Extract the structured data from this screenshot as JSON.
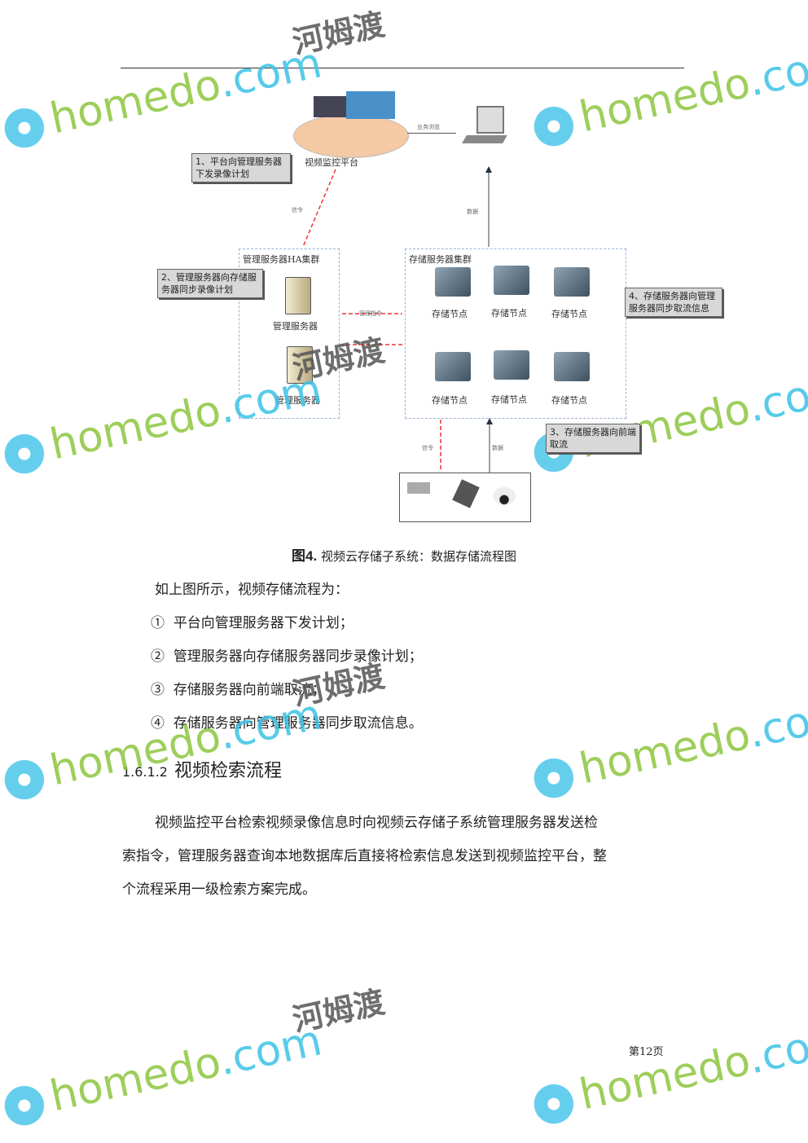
{
  "figure": {
    "platform_label": "视频监控平台",
    "browse_label": "业务浏览",
    "signal_label": "信令",
    "data_label": "数据",
    "mgmt_cluster_title": "管理服务器HA集群",
    "mgmt_server_label": "管理服务器",
    "storage_cluster_title": "存储服务器集群",
    "storage_node_label": "存储节点",
    "mgmt_cmd_label": "管理指令",
    "notes": [
      "1、平台向管理服务器下发录像计划",
      "2、管理服务器向存储服务器同步录像计划",
      "3、存储服务器向前端取流",
      "4、存储服务器向管理服务器同步取流信息"
    ],
    "caption_num": "图4.",
    "caption_text": "视频云存储子系统：数据存储流程图"
  },
  "body": {
    "intro": "如上图所示，视频存储流程为：",
    "steps": [
      {
        "n": "①",
        "t": "平台向管理服务器下发计划；"
      },
      {
        "n": "②",
        "t": "管理服务器向存储服务器同步录像计划；"
      },
      {
        "n": "③",
        "t": "存储服务器向前端取流；"
      },
      {
        "n": "④",
        "t": "存储服务器向管理服务器同步取流信息。"
      }
    ],
    "heading_num": "1.6.1.2",
    "heading_text": "视频检索流程",
    "para": [
      "视频监控平台检索视频录像信息时向视频云存储子系统管理服务器发送检",
      "索指令，管理服务器查询本地数据库后直接将检索信息发送到视频监控平台，整",
      "个流程采用一级检索方案完成。"
    ]
  },
  "footer": {
    "page": "第12页"
  },
  "watermark": {
    "home": "home",
    "do": "do",
    "com": ".com",
    "cn": "河姆渡"
  }
}
